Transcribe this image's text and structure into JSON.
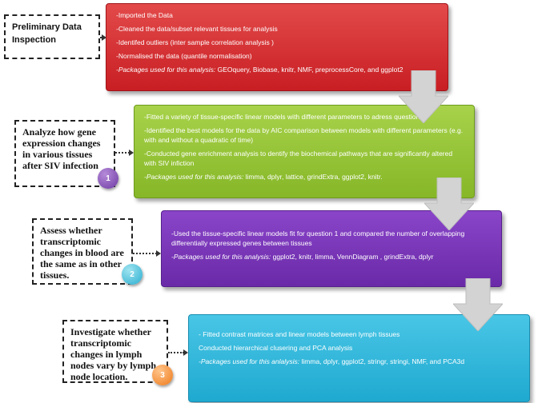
{
  "questions": [
    {
      "text": "Preliminary Data Inspection"
    },
    {
      "text": "Analyze how gene expression changes in various tissues after SIV infection"
    },
    {
      "text": "Assess whether transcriptomic changes in blood are the same as in other tissues."
    },
    {
      "text": "Investigate whether transcriptomic changes in lymph nodes vary by lymph node location."
    }
  ],
  "steps": [
    {
      "number": "",
      "lines": [
        "-Imported the Data",
        "-Cleaned the data/subset relevant tissues for analysis",
        "-Identifed outliers (inter sample correlation analysis )",
        "-Normalised the data (quantile normalisation)"
      ],
      "pkg_label": "-Packages used for this analysis:",
      "pkg_list": " GEOquery, Biobase, knitr, NMF, preprocessCore, and ggplot2"
    },
    {
      "number": "1",
      "lines": [
        "-Fitted a variety of tissue-specific linear models with different parameters to adress question 1",
        "-Identified the best models for the data by AIC comparison between models with different parameters (e.g. with and without a quadratic of time)",
        "-Conducted gene enrichment analysis to dentify the biochemical pathways that are significantly altered with SIV infiction"
      ],
      "pkg_label": "-Packages used for this analysis:",
      "pkg_list": " limma, dplyr, lattice, grindExtra, ggplot2, knitr."
    },
    {
      "number": "2",
      "lines": [
        "-Used the tissue-specific linear models fit for question 1 and compared the number of overlapping differentially expressed genes between tissues"
      ],
      "pkg_label": "-Packages used for this analysis:",
      "pkg_list": " ggplot2, knitr, limma, VennDiagram , grindExtra, dplyr"
    },
    {
      "number": "3",
      "lines": [
        "- Fitted contrast matrices and linear models between lymph tissues",
        "Conducted hierarchical clusering and PCA analysis"
      ],
      "pkg_label": "-Packages used for this anlalysis:",
      "pkg_list": " limma, dplyr, ggplot2, stringr, stringi, NMF, and PCA3d"
    }
  ],
  "colors": {
    "step1": "#c81e23",
    "step2": "#86b728",
    "step3": "#6a2aa8",
    "step4": "#1fa9d0",
    "arrow": "#d3d3d3"
  }
}
